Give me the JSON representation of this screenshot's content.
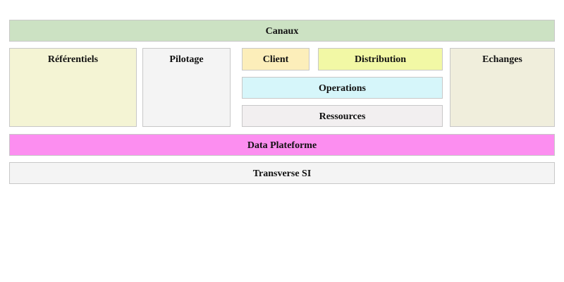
{
  "diagram": {
    "title_hidden": "",
    "layers": {
      "canaux": {
        "label": "Canaux",
        "color": "#cce2c3"
      },
      "referentiels": {
        "label": "Référentiels",
        "color": "#f4f4d4"
      },
      "pilotage": {
        "label": "Pilotage",
        "color": "#f4f4f4"
      },
      "client": {
        "label": "Client",
        "color": "#fceeba"
      },
      "distribution": {
        "label": "Distribution",
        "color": "#f2f8a5"
      },
      "operations": {
        "label": "Operations",
        "color": "#d6f6fa"
      },
      "ressources": {
        "label": "Ressources",
        "color": "#f2eff0"
      },
      "echanges": {
        "label": "Echanges",
        "color": "#f0eedc"
      },
      "data_plateforme": {
        "label": "Data Plateforme",
        "color": "#fc8ef0"
      },
      "transverse_si": {
        "label": "Transverse SI",
        "color": "#f4f4f4"
      }
    },
    "border_color": "#c8c8c8",
    "text_color": "#111111",
    "background": "#ffffff"
  }
}
